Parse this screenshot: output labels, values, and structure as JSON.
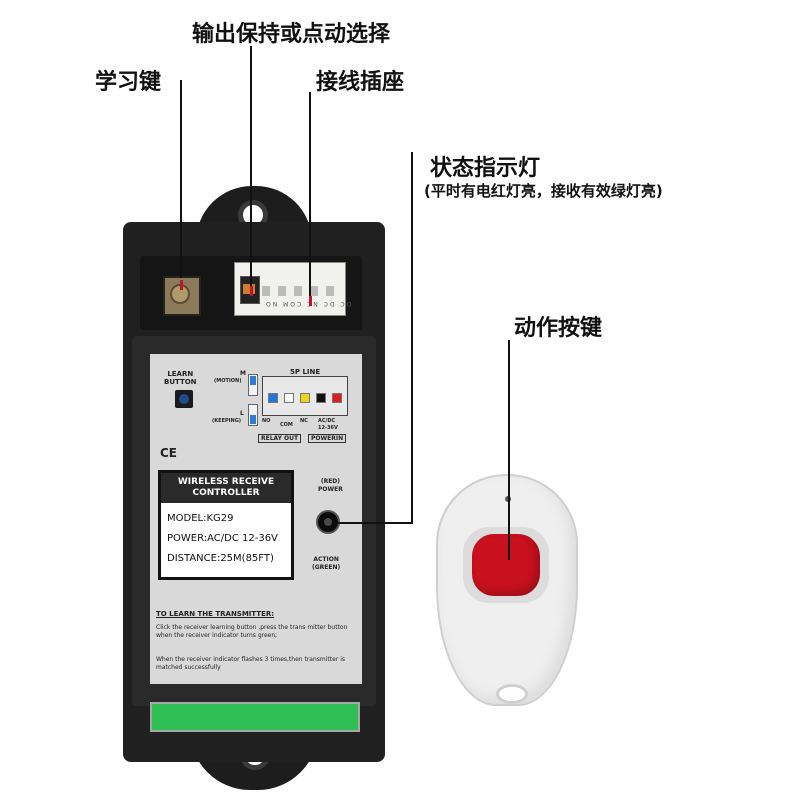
{
  "callouts": {
    "output_mode": "输出保持或点动选择",
    "learn_key": "学习键",
    "terminal": "接线插座",
    "status_light": "状态指示灯",
    "status_note": "(平时有电红灯亮，接收有效绿灯亮)",
    "action_key": "动作按键"
  },
  "panel": {
    "learn_button": "LEARN\nBUTTON",
    "m_label": "M",
    "motion_label": "(MOTION)",
    "l_label": "L",
    "keeping_label": "(KEEPING)",
    "line_label": "5P LINE",
    "no_label": "NO",
    "com_label": "COM",
    "nc_label": "NC",
    "acdc_label": "AC/DC",
    "voltage_label": "12-36V",
    "relay_out": "RELAY OUT",
    "power_in": "POWERIN",
    "ce_mark": "CE",
    "red_power": "(RED)\nPOWER",
    "action_green": "ACTION\n(GREEN)",
    "pin_labels": "DC DC NC COM NO"
  },
  "info": {
    "heading_line1": "WIRELESS RECEIVE",
    "heading_line2": "CONTROLLER",
    "model": "MODEL:KG29",
    "power": "POWER:AC/DC 12-36V",
    "distance": "DISTANCE:25M(85FT)"
  },
  "instructions": {
    "title": "TO LEARN THE TRANSMITTER:",
    "step1": "Click the receiver learning button ,press the trans mitter button when the receiver indicator turns green;",
    "step2": "When the receiver indicator flashes 3 times,then transmitter is matched successfully"
  },
  "colors": {
    "terminal_dots": [
      "#1e78d8",
      "#ffffff",
      "#f2d21a",
      "#111111",
      "#e01b1b"
    ],
    "remote_button": "#c8101e",
    "lead_red": "#c0142a"
  }
}
